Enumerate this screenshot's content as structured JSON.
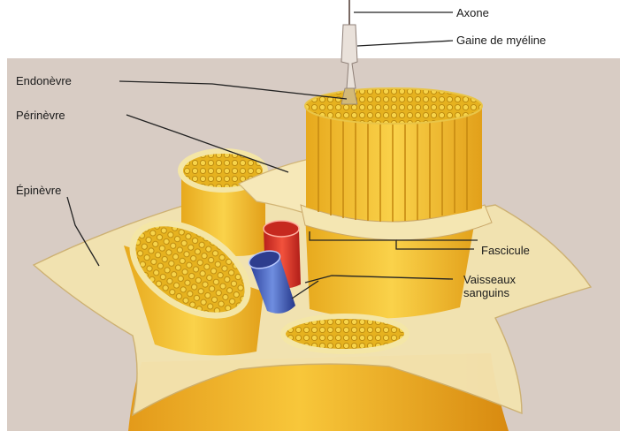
{
  "diagram": {
    "labels": {
      "axone": "Axone",
      "gaine": "Gaine de myéline",
      "endonevre": "Endonèvre",
      "perinevre": "Périnèvre",
      "epinevre": "Épinèvre",
      "fascicule": "Fascicule",
      "vaisseaux_1": "Vaisseaux",
      "vaisseaux_2": "sanguins"
    }
  }
}
